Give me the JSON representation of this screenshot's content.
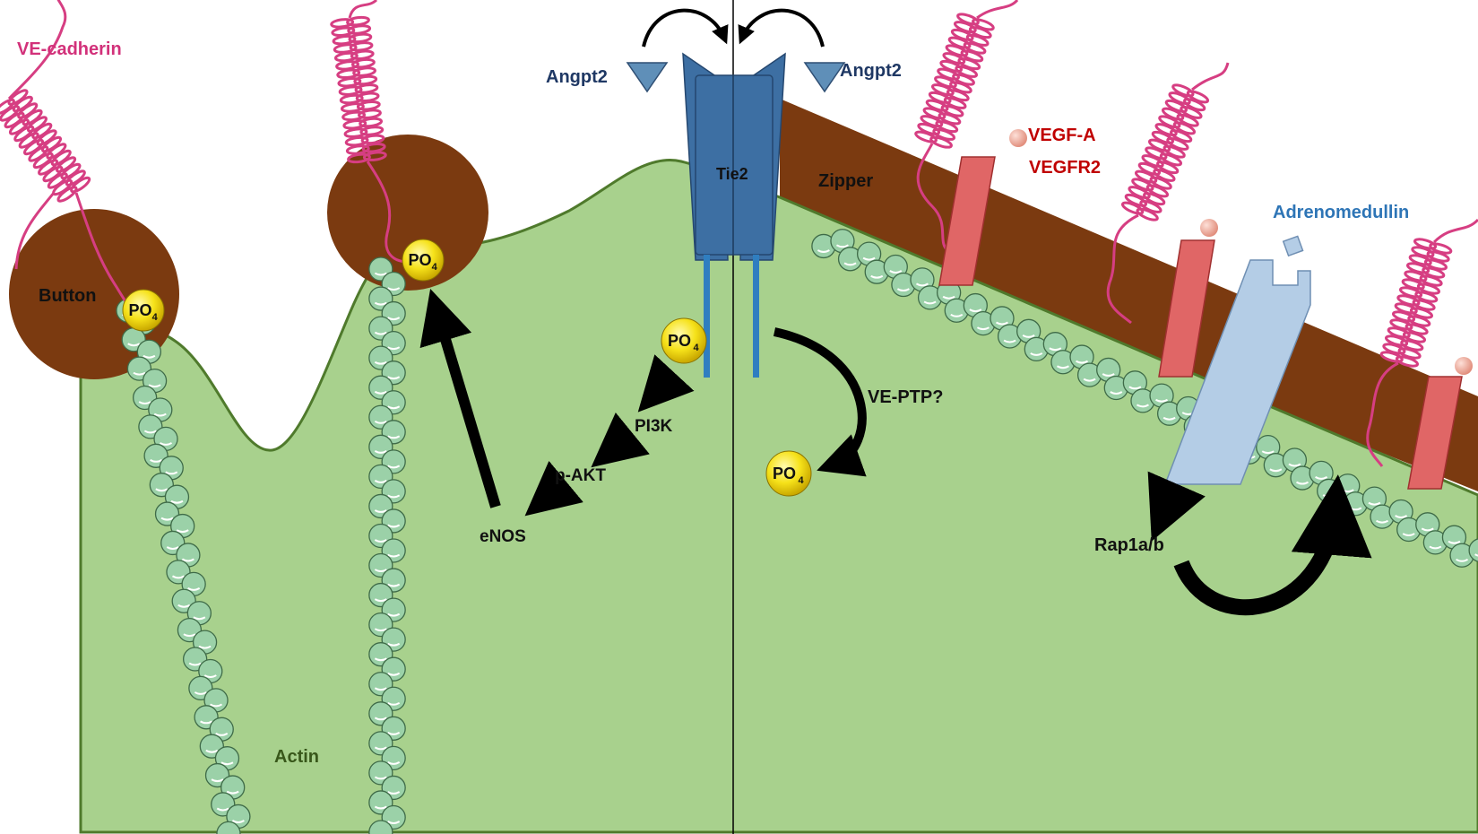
{
  "labels": {
    "ve_cadherin": "VE-cadherin",
    "button": "Button",
    "zipper": "Zipper",
    "actin": "Actin",
    "tie2": "Tie2",
    "angpt2_left": "Angpt2",
    "angpt2_right": "Angpt2",
    "vegf_a": "VEGF-A",
    "vegfr2": "VEGFR2",
    "adrenomedullin": "Adrenomedullin",
    "pi3k": "PI3K",
    "p_akt": "p-AKT",
    "enos": "eNOS",
    "ve_ptp": "VE-PTP?",
    "rap1": "Rap1a/b",
    "phosphate": "PO",
    "phosphate_subscript": "4"
  },
  "colors": {
    "cytoplasm": "#a8d18d",
    "membrane_edge": "#4f7a2c",
    "junction_brown": "#7b3a10",
    "ve_cadherin": "#d63e82",
    "tie2": "#3d6fa3",
    "tie2_tail": "#2f7ec0",
    "vegfr2": "#e06666",
    "adrenomedullin_receptor": "#b4cde6",
    "angpt2": "#5f8fb8",
    "actin_bead": "#9bd1a8",
    "phosphate": "#f6e21a",
    "label_ve_cadherin": "#d2317a",
    "label_angpt2": "#1f3864",
    "label_vegf": "#c00000",
    "label_adrenomedullin": "#2e75b6",
    "label_actin": "#38571a",
    "arrow": "#000000"
  }
}
